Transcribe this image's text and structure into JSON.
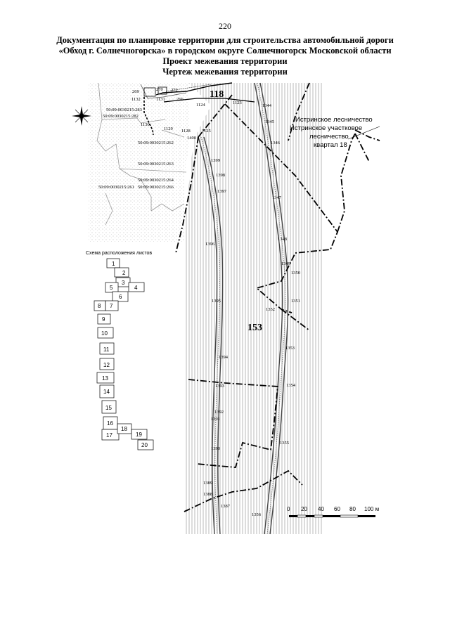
{
  "page_number": "220",
  "title_lines": [
    "Документация по планировке территории для строительства автомобильной дороги",
    "«Обход г. Солнечногорска» в городском округе Солнечногорск Московской области",
    "Проект межевания территории",
    "Чертеж межевания территории"
  ],
  "map": {
    "quarter_labels": {
      "q118": "118",
      "q153": "153"
    },
    "forestry_labels": [
      "Истринское лесничество",
      "Истринское участковое",
      "лесничество",
      "квартал 18"
    ],
    "parcel_labels": [
      "50:09:0030215:283",
      "50:09:0030215:282",
      "50:09:0030215:262",
      "50:09:0030215:263",
      "50:09:0030215:264",
      "50:09:0030215:261",
      "50:09:0030215:266"
    ],
    "point_labels_top": [
      "269",
      "270",
      "272",
      "1131",
      "266",
      "1132",
      "1130",
      "1129",
      "1128",
      "1124",
      "1123",
      "1125",
      "1400",
      "1399",
      "1398",
      "1397",
      "1344",
      "1345",
      "1346",
      "1347"
    ],
    "point_labels_mid": [
      "1348",
      "1349",
      "1350",
      "1351",
      "1352",
      "1396",
      "1395",
      "1394",
      "1393",
      "1353",
      "1354"
    ],
    "point_labels_bottom": [
      "1392",
      "1391",
      "1390",
      "1355",
      "1389",
      "1388",
      "1387",
      "1356"
    ],
    "scale_bar": {
      "ticks": [
        "0",
        "20",
        "40",
        "60",
        "80",
        "100 м"
      ]
    }
  },
  "sheet_scheme": {
    "title": "Схема расположения листов",
    "sheets": [
      "1",
      "2",
      "3",
      "4",
      "5",
      "6",
      "7",
      "8",
      "9",
      "10",
      "11",
      "12",
      "13",
      "14",
      "15",
      "16",
      "17",
      "18",
      "19",
      "20"
    ]
  },
  "colors": {
    "ink": "#000000",
    "hatch": "#9a9a9a",
    "road": "#444444"
  }
}
